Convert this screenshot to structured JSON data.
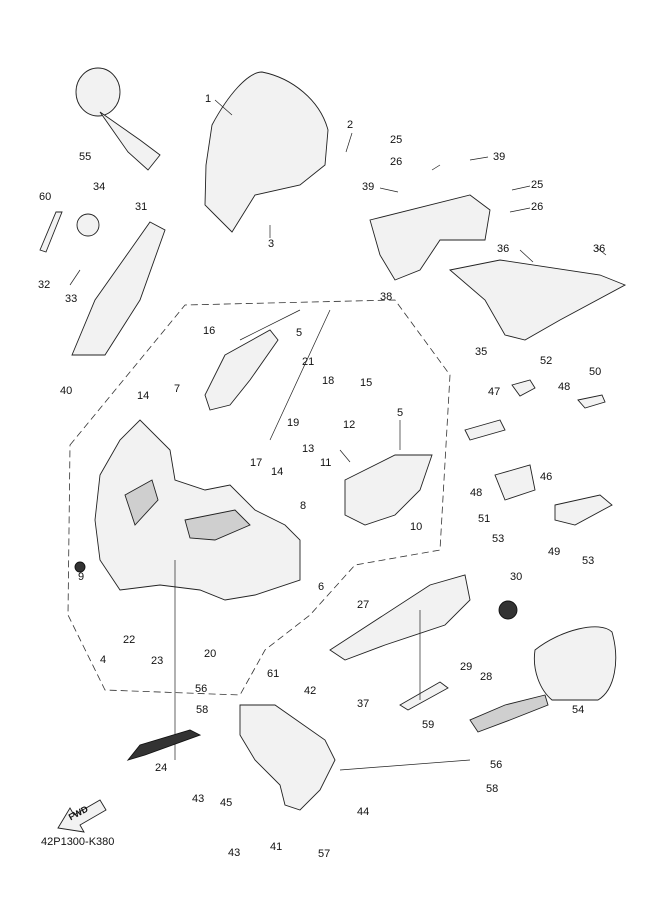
{
  "drawing_code": "42P1300-K380",
  "fwd_label": "FWD",
  "callouts": [
    {
      "id": "1",
      "label": "1"
    },
    {
      "id": "2",
      "label": "2"
    },
    {
      "id": "3",
      "label": "3"
    },
    {
      "id": "4",
      "label": "4"
    },
    {
      "id": "5a",
      "label": "5"
    },
    {
      "id": "5b",
      "label": "5"
    },
    {
      "id": "6",
      "label": "6"
    },
    {
      "id": "7",
      "label": "7"
    },
    {
      "id": "8",
      "label": "8"
    },
    {
      "id": "9",
      "label": "9"
    },
    {
      "id": "10",
      "label": "10"
    },
    {
      "id": "11",
      "label": "11"
    },
    {
      "id": "12",
      "label": "12"
    },
    {
      "id": "13",
      "label": "13"
    },
    {
      "id": "14a",
      "label": "14"
    },
    {
      "id": "14b",
      "label": "14"
    },
    {
      "id": "15",
      "label": "15"
    },
    {
      "id": "16",
      "label": "16"
    },
    {
      "id": "17",
      "label": "17"
    },
    {
      "id": "18",
      "label": "18"
    },
    {
      "id": "19",
      "label": "19"
    },
    {
      "id": "20",
      "label": "20"
    },
    {
      "id": "21",
      "label": "21"
    },
    {
      "id": "22",
      "label": "22"
    },
    {
      "id": "23",
      "label": "23"
    },
    {
      "id": "24",
      "label": "24"
    },
    {
      "id": "25a",
      "label": "25"
    },
    {
      "id": "25b",
      "label": "25"
    },
    {
      "id": "26a",
      "label": "26"
    },
    {
      "id": "26b",
      "label": "26"
    },
    {
      "id": "27",
      "label": "27"
    },
    {
      "id": "28",
      "label": "28"
    },
    {
      "id": "29",
      "label": "29"
    },
    {
      "id": "30",
      "label": "30"
    },
    {
      "id": "31",
      "label": "31"
    },
    {
      "id": "32",
      "label": "32"
    },
    {
      "id": "33",
      "label": "33"
    },
    {
      "id": "34",
      "label": "34"
    },
    {
      "id": "35",
      "label": "35"
    },
    {
      "id": "36a",
      "label": "36"
    },
    {
      "id": "36b",
      "label": "36"
    },
    {
      "id": "37",
      "label": "37"
    },
    {
      "id": "38",
      "label": "38"
    },
    {
      "id": "39a",
      "label": "39"
    },
    {
      "id": "39b",
      "label": "39"
    },
    {
      "id": "40",
      "label": "40"
    },
    {
      "id": "41",
      "label": "41"
    },
    {
      "id": "42",
      "label": "42"
    },
    {
      "id": "43a",
      "label": "43"
    },
    {
      "id": "43b",
      "label": "43"
    },
    {
      "id": "44",
      "label": "44"
    },
    {
      "id": "45",
      "label": "45"
    },
    {
      "id": "46",
      "label": "46"
    },
    {
      "id": "47",
      "label": "47"
    },
    {
      "id": "48a",
      "label": "48"
    },
    {
      "id": "48b",
      "label": "48"
    },
    {
      "id": "49",
      "label": "49"
    },
    {
      "id": "50",
      "label": "50"
    },
    {
      "id": "51",
      "label": "51"
    },
    {
      "id": "52",
      "label": "52"
    },
    {
      "id": "53a",
      "label": "53"
    },
    {
      "id": "53b",
      "label": "53"
    },
    {
      "id": "54",
      "label": "54"
    },
    {
      "id": "55",
      "label": "55"
    },
    {
      "id": "56a",
      "label": "56"
    },
    {
      "id": "56b",
      "label": "56"
    },
    {
      "id": "57",
      "label": "57"
    },
    {
      "id": "58a",
      "label": "58"
    },
    {
      "id": "58b",
      "label": "58"
    },
    {
      "id": "59",
      "label": "59"
    },
    {
      "id": "60",
      "label": "60"
    },
    {
      "id": "61",
      "label": "61"
    }
  ]
}
